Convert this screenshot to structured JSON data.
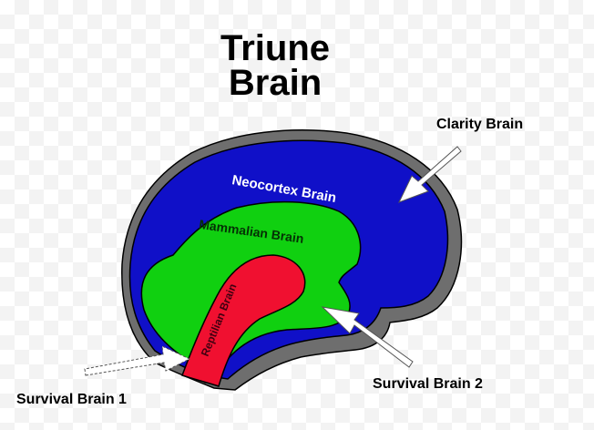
{
  "title_line1": "Triune",
  "title_line2": "Brain",
  "labels": {
    "neocortex": "Neocortex Brain",
    "mammalian": "Mammalian Brain",
    "reptilian": "Reptilian Brain",
    "clarity": "Clarity Brain",
    "survival1": "Survival Brain 1",
    "survival2": "Survival Brain 2"
  },
  "colors": {
    "outline": "#6e6e6e",
    "neocortex": "#1010c8",
    "mammalian": "#10d010",
    "reptilian": "#f01030"
  }
}
